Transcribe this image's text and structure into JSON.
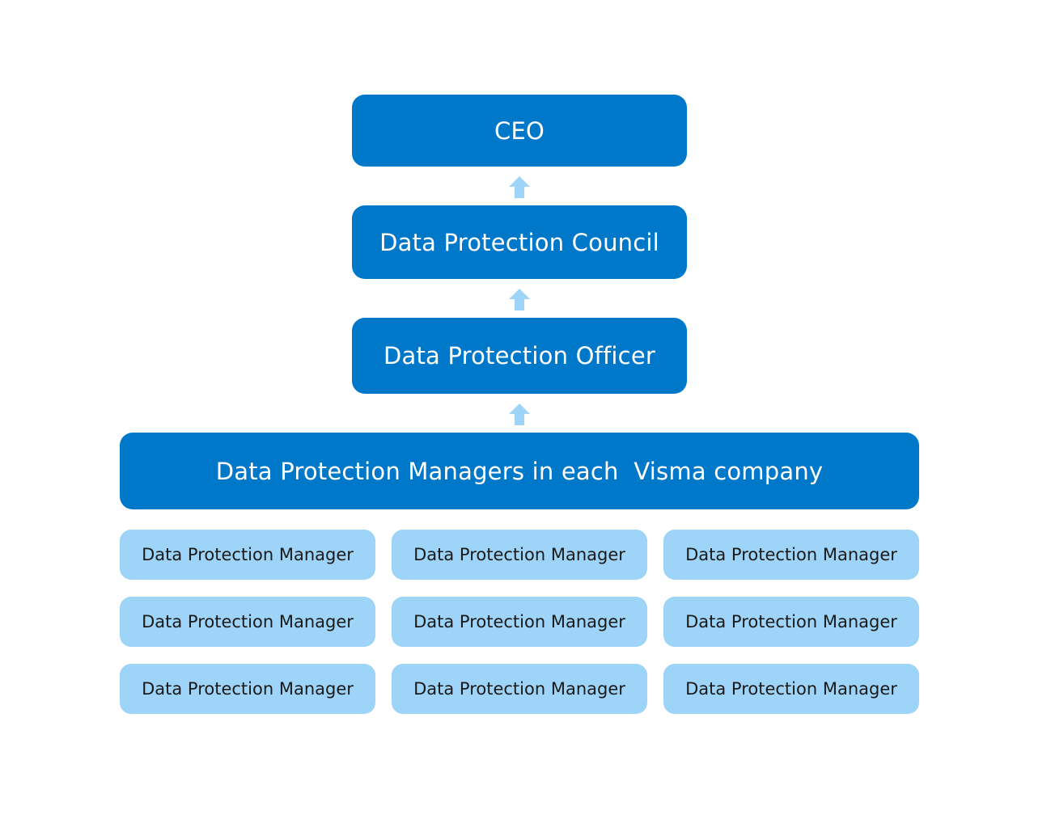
{
  "colors": {
    "dark_box": "#0078c9",
    "light_box": "#9dd4f8",
    "arrow": "#9dd4f8"
  },
  "hierarchy": {
    "ceo": "CEO",
    "council": "Data Protection Council",
    "officer": "Data Protection Officer",
    "managers_header": "Data Protection Managers in each  Visma company"
  },
  "arrows": [
    "arrow-up-icon",
    "arrow-up-icon",
    "arrow-up-icon"
  ],
  "managers": [
    [
      "Data Protection Manager",
      "Data Protection Manager",
      "Data Protection Manager"
    ],
    [
      "Data Protection Manager",
      "Data Protection Manager",
      "Data Protection Manager"
    ],
    [
      "Data Protection Manager",
      "Data Protection Manager",
      "Data Protection Manager"
    ]
  ]
}
